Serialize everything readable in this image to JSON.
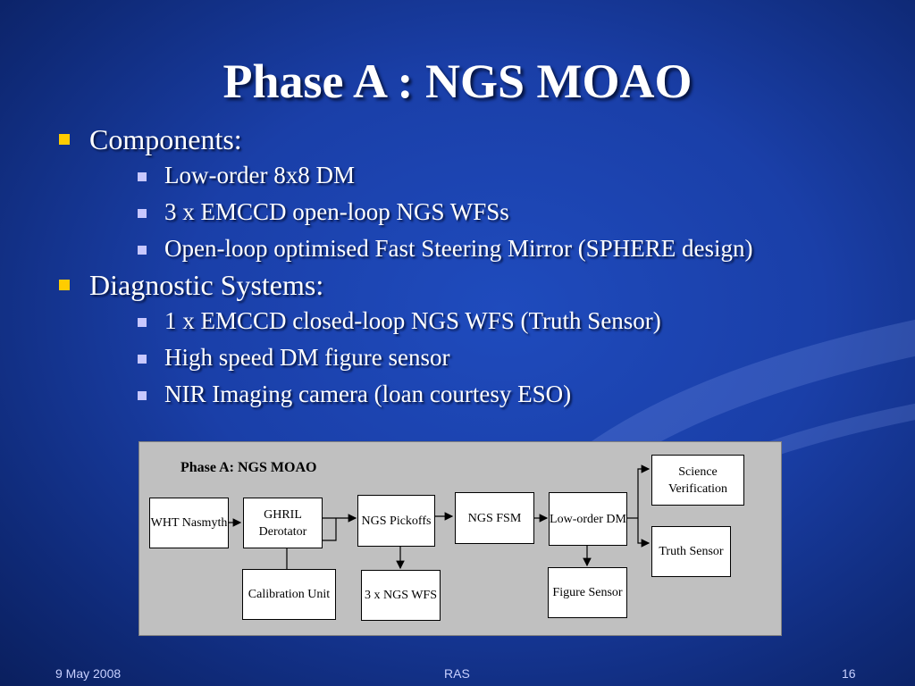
{
  "slide": {
    "title": "Phase A : NGS MOAO",
    "sections": [
      {
        "heading": "Components:",
        "items": [
          "Low-order 8x8 DM",
          "3 x EMCCD open-loop NGS WFSs",
          "Open-loop optimised Fast Steering Mirror (SPHERE design)"
        ]
      },
      {
        "heading": "Diagnostic Systems:",
        "items": [
          "1 x EMCCD closed-loop NGS WFS (Truth Sensor)",
          "High speed DM figure sensor",
          "NIR Imaging camera  (loan courtesy ESO)"
        ]
      }
    ]
  },
  "diagram": {
    "label": "Phase A: NGS MOAO",
    "boxes": {
      "wht": "WHT Nasmyth",
      "ghril": "GHRIL Derotator",
      "pickoffs": "NGS Pickoffs",
      "fsm": "NGS FSM",
      "dm": "Low-order DM",
      "science": "Science Verification",
      "truth": "Truth Sensor",
      "calib": "Calibration Unit",
      "wfs": "3 x NGS WFS",
      "figure": "Figure Sensor"
    }
  },
  "footer": {
    "date": "9 May 2008",
    "center": "RAS",
    "page": "16"
  },
  "colors": {
    "background": "#1a3fa8",
    "l1_bullet": "#ffcc00",
    "l2_bullet": "#c8c8ff"
  }
}
